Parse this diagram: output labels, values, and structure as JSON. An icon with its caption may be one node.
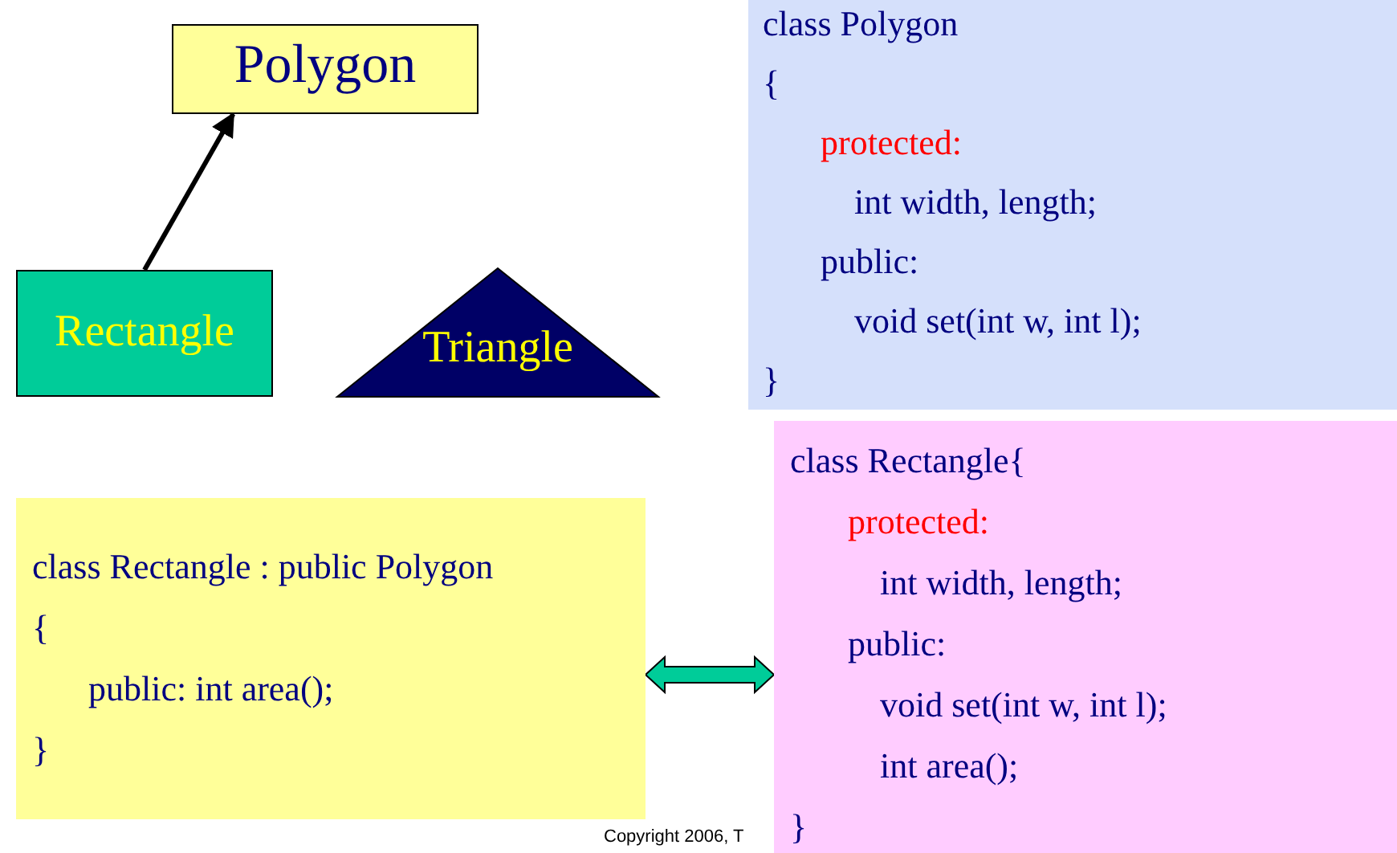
{
  "diagram": {
    "nodes": [
      {
        "text": [
          "Polygon"
        ]
      },
      {
        "text": [
          "Rectangle"
        ]
      },
      {
        "text": [
          "Triangle"
        ]
      },
      {
        "text": [
          "class Polygon",
          "{",
          "protected:",
          "int width, length;",
          "public:",
          "void set(int w, int l);",
          "}"
        ]
      },
      {
        "text": [
          "class Rectangle : public Polygon",
          "{",
          "public: int area();",
          "}"
        ]
      },
      {
        "text": [
          "class Rectangle{",
          "protected:",
          "int width, length;",
          "public:",
          "void set(int w, int l);",
          "int area();",
          "}"
        ]
      }
    ],
    "edges": [
      {
        "from": 1,
        "to": 0,
        "arrow": "to"
      },
      {
        "from": 4,
        "to": 5,
        "arrow": "both",
        "style": "thick",
        "color": "#00cc99"
      }
    ],
    "labels": [
      "Copyright 2006, T"
    ]
  }
}
